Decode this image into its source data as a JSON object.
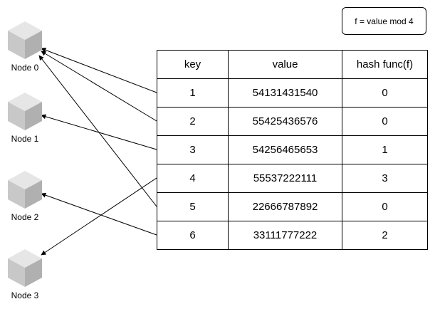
{
  "formula": "f = value mod 4",
  "table": {
    "headers": [
      "key",
      "value",
      "hash func(f)"
    ],
    "rows": [
      {
        "key": "1",
        "value": "54131431540",
        "hash": "0"
      },
      {
        "key": "2",
        "value": "55425436576",
        "hash": "0"
      },
      {
        "key": "3",
        "value": "54256465653",
        "hash": "1"
      },
      {
        "key": "4",
        "value": "55537222111",
        "hash": "3"
      },
      {
        "key": "5",
        "value": "22666787892",
        "hash": "0"
      },
      {
        "key": "6",
        "value": "33111777222",
        "hash": "2"
      }
    ]
  },
  "nodes": [
    {
      "label": "Node 0",
      "icon": "cube-icon"
    },
    {
      "label": "Node 1",
      "icon": "cube-icon"
    },
    {
      "label": "Node 2",
      "icon": "cube-icon"
    },
    {
      "label": "Node 3",
      "icon": "cube-icon"
    }
  ],
  "colors": {
    "cube_top": "#e6e6e6",
    "cube_left": "#c8c8c8",
    "cube_right": "#b0b0b0",
    "arrow": "#000000"
  }
}
